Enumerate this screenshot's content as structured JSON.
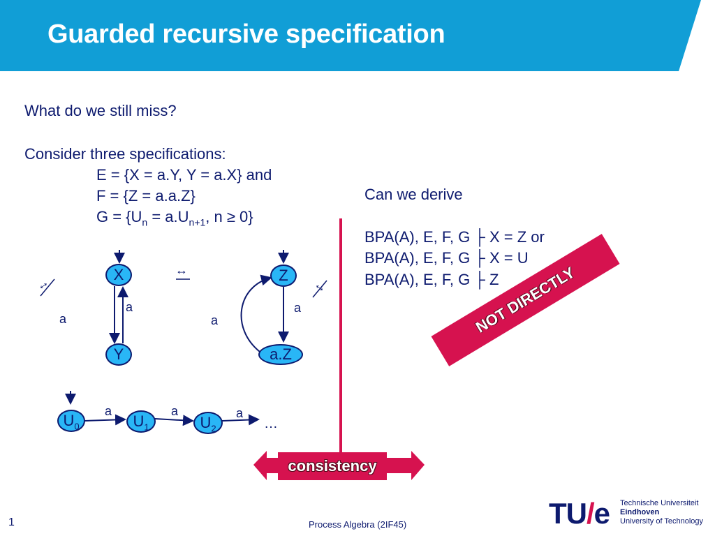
{
  "slide": {
    "title": "Guarded recursive specification",
    "question": "What do we still miss?",
    "consider": "Consider three specifications:",
    "spec_e": "E = {X = a.Y, Y = a.X} and",
    "spec_f": "F = {Z = a.a.Z}",
    "spec_g": {
      "prefix": "G = {U",
      "sub_n": "n",
      "mid": " = a.U",
      "sub_n1": "n+1",
      "suffix": ", n ≥ 0}"
    },
    "derive": {
      "heading": "Can we derive",
      "line1": "BPA(A), E, F, G ├ X = Z or",
      "line2": "BPA(A), E, F, G ├ X = U",
      "line3": "BPA(A), E, F, G ├ Z"
    },
    "stamp_not_directly": "NOT DIRECTLY",
    "stamp_consistency": "consistency",
    "page_number": "1",
    "course": "Process Algebra (2IF45)"
  },
  "graphs": {
    "bisim_symbol": "↔",
    "not_bisim_symbol": "↔",
    "ellipsis": "…",
    "nodes": {
      "x": "X",
      "y": "Y",
      "z": "Z",
      "az": "a.Z",
      "u0": "U",
      "u0_sub": "0",
      "u1": "U",
      "u1_sub": "1",
      "u2": "U",
      "u2_sub": "2"
    },
    "edge_label": "a"
  },
  "logo": {
    "tu": "TU",
    "slash": "/",
    "e": "e",
    "line1": "Technische Universiteit",
    "line2": "Eindhoven",
    "line3": "University of Technology"
  },
  "colors": {
    "header": "#119ed6",
    "accent": "#d6124f",
    "node_fill": "#29b6f6",
    "text": "#0d1a6e"
  }
}
